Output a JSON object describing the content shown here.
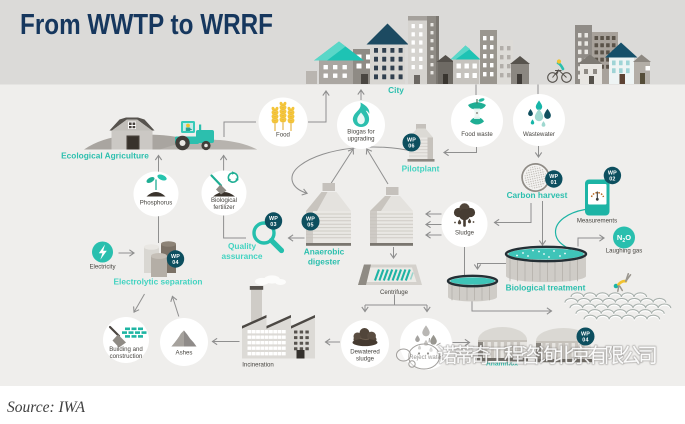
{
  "title": "From WWTP to WRRF",
  "source_note": "Source: IWA",
  "watermark": {
    "text": "诺蒂奇工程咨询北京有限公司",
    "logo": "bubbles-logo"
  },
  "colors": {
    "accent_teal": "#2cbfae",
    "accent_teal_bright": "#43d3c1",
    "title_navy": "#16375e",
    "wp_badge": "#0d4f5f",
    "background_top": "#dbdad8",
    "background_main": "#efeeec",
    "arrow_gray": "#8f8f8f"
  },
  "nodes": {
    "city": {
      "label": "City"
    },
    "ecological_agriculture": {
      "label": "Ecological Agriculture"
    },
    "food": {
      "label": "Food",
      "icon": "wheat-icon"
    },
    "biogas": {
      "label_lines": [
        "Biogas for",
        "upgrading"
      ],
      "icon": "flame-icon"
    },
    "food_waste": {
      "label": "Food waste",
      "icon": "apple-core-icon"
    },
    "wastewater": {
      "label": "Wastewater",
      "icon": "water-drops-icon"
    },
    "pilotplant": {
      "label": "Pilotplant",
      "wp_lines": [
        "WP",
        "06"
      ]
    },
    "carbon_harvest": {
      "label": "Carbon harvest",
      "wp_lines": [
        "WP",
        "01"
      ],
      "icon": "sieve-icon"
    },
    "measurements": {
      "label": "Measurements",
      "wp_lines": [
        "WP",
        "02"
      ],
      "icon": "sensor-phone-icon"
    },
    "laughing_gas": {
      "formula": "N₂O",
      "formula_parts": [
        "N",
        "2",
        "O"
      ],
      "label": "Laughing gas"
    },
    "sludge": {
      "label": "Sludge",
      "icon": "sludge-icon"
    },
    "anaerobic_digester": {
      "label_lines": [
        "Anaerobic",
        "digester"
      ],
      "wp_lines": [
        "WP",
        "05"
      ]
    },
    "quality_assurance": {
      "label_lines": [
        "Quality",
        "assurance"
      ],
      "wp_lines": [
        "WP",
        "03"
      ],
      "icon": "magnifier-icon"
    },
    "phosphorus": {
      "label": "Phosphorus",
      "icon": "sprout-icon"
    },
    "biological_fertilizer": {
      "label_lines": [
        "Biological",
        "fertilizer"
      ],
      "icon": "shovel-recycle-icon"
    },
    "electricity": {
      "label": "Electricity",
      "icon": "lightning-icon"
    },
    "electrolytic_separation": {
      "label": "Electrolytic separation",
      "wp_lines": [
        "WP",
        "04"
      ]
    },
    "building_construction": {
      "label_lines": [
        "Building and",
        "construction"
      ],
      "icon": "trowel-bricks-icon"
    },
    "ashes": {
      "label": "Ashes",
      "icon": "ash-pile-icon"
    },
    "incineration": {
      "label": "Incineration"
    },
    "centrifuge": {
      "label": "Centrifuge"
    },
    "dewatered_sludge": {
      "label_lines": [
        "Dewatered",
        "sludge"
      ],
      "icon": "wet-sludge-icon"
    },
    "reject_water": {
      "label": "Reject water",
      "icon": "gray-drops-icon"
    },
    "biological_treatment": {
      "label": "Biological treatment"
    },
    "anammox": {
      "label": "Anammox",
      "wp_lines": [
        "WP",
        "04"
      ]
    }
  },
  "flows": [
    "farm -> food",
    "food -> city",
    "biogas -> city",
    "city -> food waste",
    "city -> wastewater",
    "food waste -> pilotplant",
    "pilotplant -> anaerobic digester",
    "anaerobic digester -> biogas",
    "wastewater -> carbon harvest",
    "carbon harvest -> sludge",
    "carbon harvest -> biological treatment",
    "sludge -> anaerobic digester",
    "anaerobic digester -> quality assurance",
    "quality assurance -> biological fertilizer",
    "biological fertilizer -> farm",
    "phosphorus -> farm",
    "electrolytic separation -> phosphorus",
    "electricity -> electrolytic separation",
    "ashes -> electrolytic separation",
    "electrolytic separation -> building and construction",
    "anaerobic digester -> centrifuge",
    "centrifuge -> dewatered sludge",
    "centrifuge -> reject water",
    "dewatered sludge -> incineration",
    "incineration -> ashes",
    "reject water -> anammox",
    "biological treatment -> laughing gas",
    "biological treatment -> sea",
    "measurements -> biological treatment"
  ]
}
